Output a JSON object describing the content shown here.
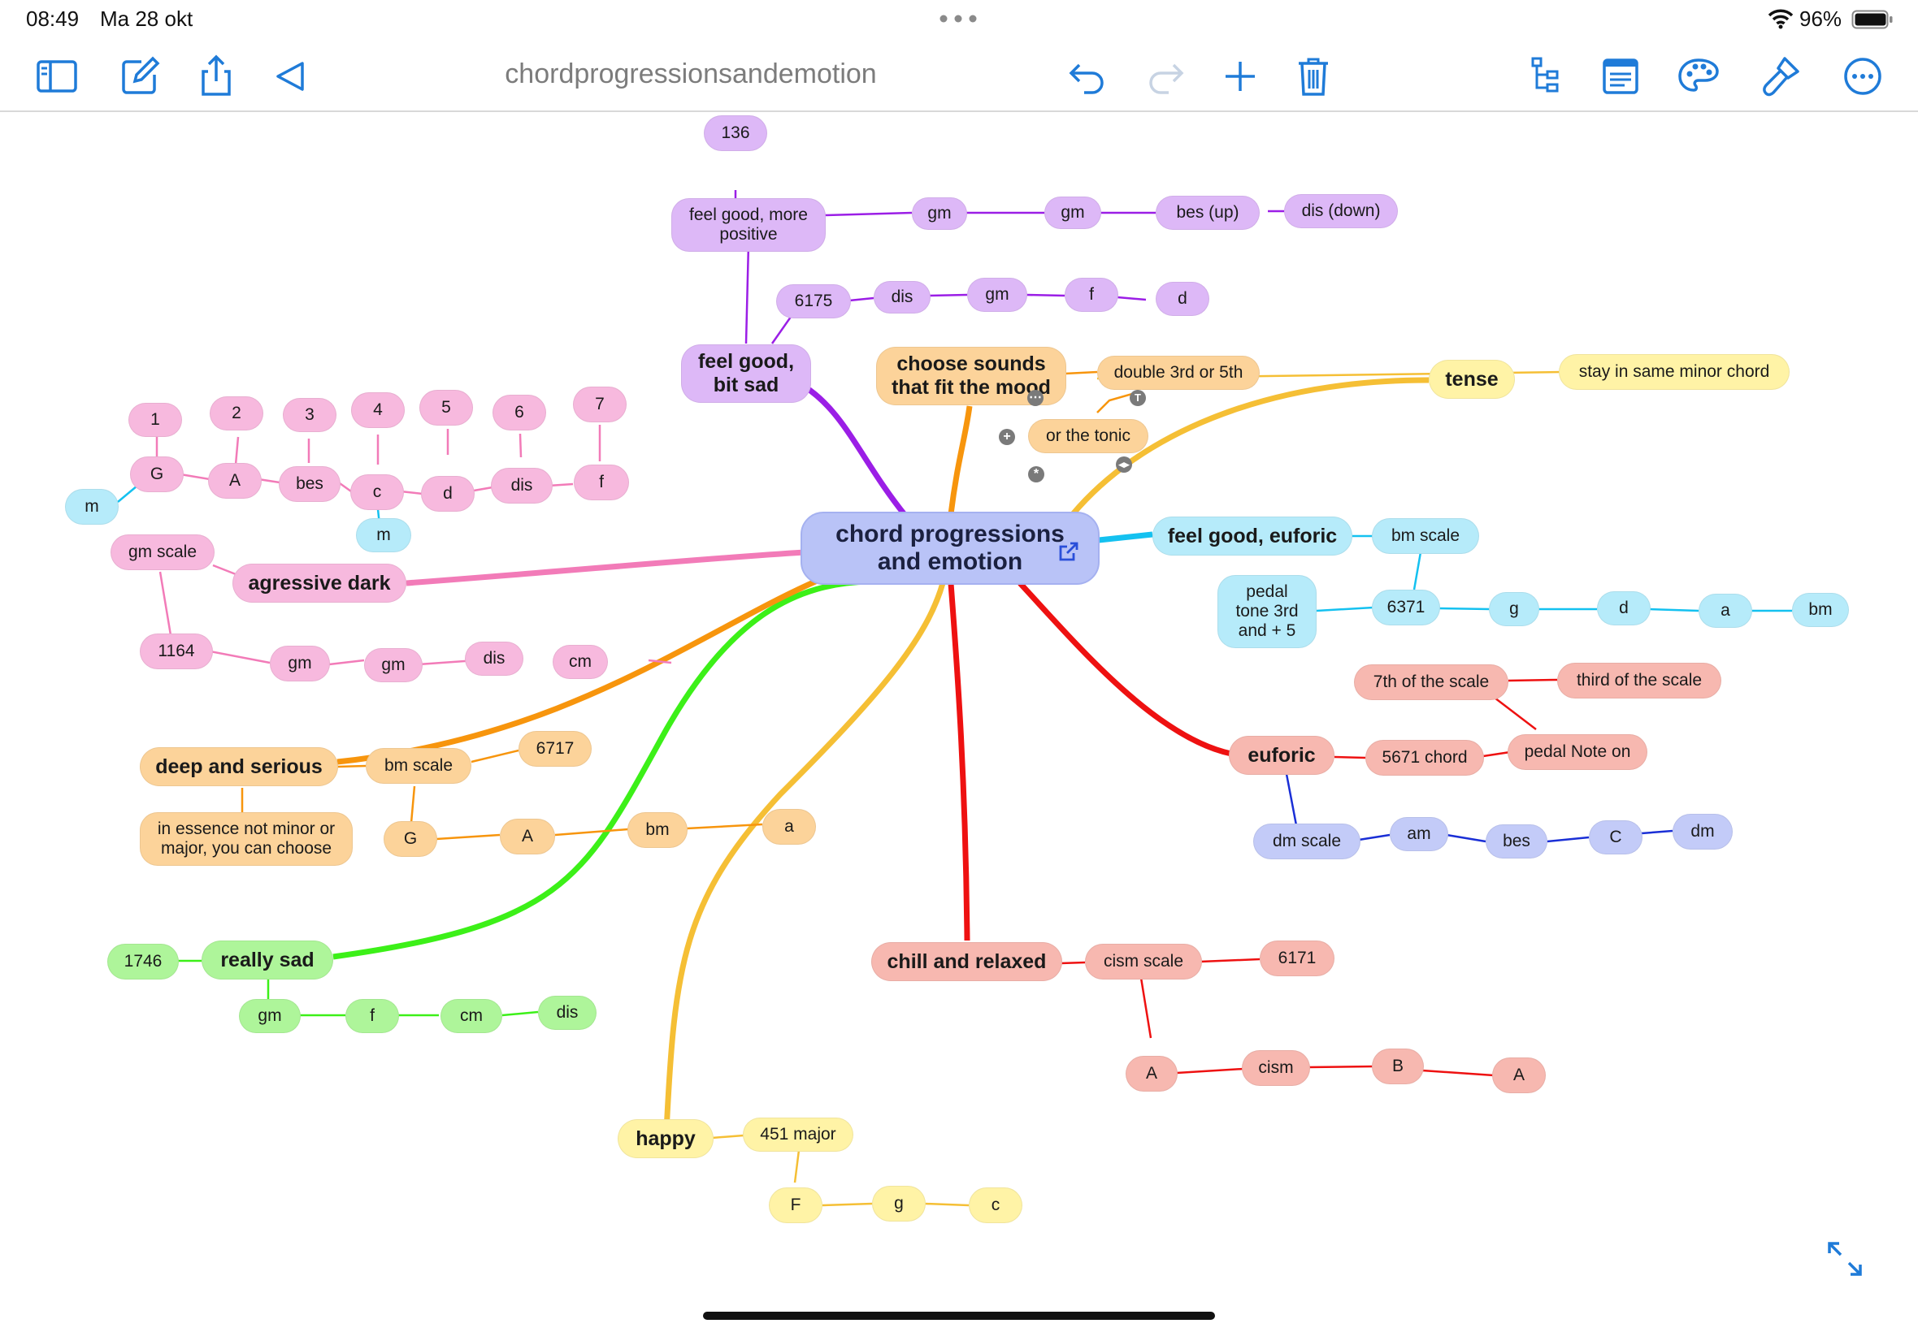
{
  "status": {
    "time": "08:49",
    "date": "Ma 28 okt",
    "battery": "96%"
  },
  "toolbar": {
    "title": "chordprogressionsandemotion"
  },
  "root": "chord progressions and emotion",
  "feel_good_bit_sad": {
    "label": "feel good, bit sad",
    "sub1": "feel good, more positive",
    "n136": "136",
    "chain1": [
      "gm",
      "gm",
      "bes (up)",
      "dis (down)"
    ],
    "n6175": "6175",
    "chain2": [
      "dis",
      "gm",
      "f",
      "d"
    ]
  },
  "choose_sounds": {
    "label": "choose sounds that fit the mood",
    "a": "double 3rd or 5th",
    "b": "or the tonic"
  },
  "tense": {
    "label": "tense",
    "a": "stay in same minor chord"
  },
  "feel_good_euforic": {
    "label": "feel good, euforic",
    "scale": "bm scale",
    "n6371": "6371",
    "pedal": "pedal tone 3rd and + 5",
    "chain": [
      "g",
      "d",
      "a",
      "bm"
    ]
  },
  "euforic": {
    "label": "euforic",
    "n5671": "5671 chord",
    "pedal_on": "pedal Note on",
    "seventh": "7th of the scale",
    "third": "third of the scale",
    "dm_scale": "dm scale",
    "chain": [
      "am",
      "bes",
      "C",
      "dm"
    ]
  },
  "chill": {
    "label": "chill and relaxed",
    "scale": "cism scale",
    "n6171": "6171",
    "chain": [
      "A",
      "cism",
      "B",
      "A"
    ]
  },
  "happy": {
    "label": "happy",
    "n451": "451 major",
    "chain": [
      "F",
      "g",
      "c"
    ]
  },
  "really_sad": {
    "label": "really sad",
    "n1746": "1746",
    "chain": [
      "gm",
      "f",
      "cm",
      "dis"
    ]
  },
  "deep": {
    "label": "deep and serious",
    "scale": "bm scale",
    "n6717": "6717",
    "essence": "in essence not minor or major, you can choose",
    "chain": [
      "G",
      "A",
      "bm",
      "a"
    ]
  },
  "agressive": {
    "label": "agressive dark",
    "scale": "gm scale",
    "m1": "m",
    "m2": "m",
    "degrees": [
      "1",
      "2",
      "3",
      "4",
      "5",
      "6",
      "7"
    ],
    "notes": [
      "G",
      "A",
      "bes",
      "c",
      "d",
      "dis",
      "f"
    ],
    "n1164": "1164",
    "chain": [
      "gm",
      "gm",
      "dis",
      "cm"
    ]
  },
  "colors": {
    "pink": "#f27bb8",
    "purple": "#9b1ee6",
    "orange": "#f7950d",
    "yellow": "#f5bf35",
    "cyan": "#14c1f0",
    "red": "#ee1111",
    "green": "#3cf018",
    "blue": "#1a2fd6"
  }
}
